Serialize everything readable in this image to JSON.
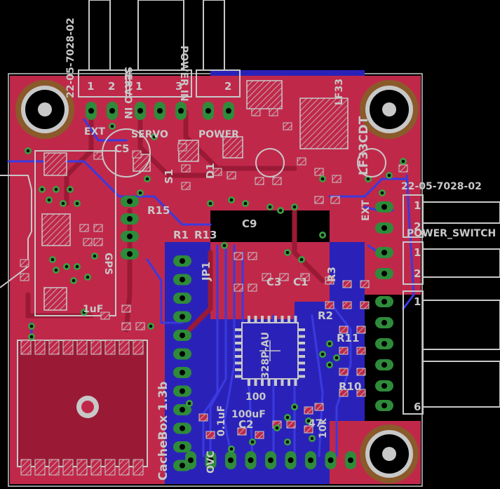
{
  "colors": {
    "background": "#000000",
    "board_outline": "#c8c8c8",
    "top_copper": "#c0284a",
    "bottom_copper": "#2a22b8",
    "trace_top": "#9a1a36",
    "trace_bottom": "#3a3ae0",
    "pad": "#2e8b3a",
    "smd_pad": "#c8c8c8",
    "silk": "#c8c8c8",
    "via": "#3aa040"
  },
  "board": {
    "name_label": "CacheBox 1.3b",
    "chip_label": "328P-AU"
  },
  "labels": {
    "c5": "C5",
    "s1": "S1",
    "d1": "D1",
    "r15": "R15",
    "r1": "R1",
    "r13": "R13",
    "c9": "C9",
    "r3": "R3",
    "jp1": "JP1",
    "c3": "C3",
    "c1": "C1",
    "r2": "R2",
    "r11": "R11",
    "r10": "R10",
    "c2": "C2",
    "ovc": "OVC",
    "ext1": "EXT",
    "ext2": "EXT",
    "servo": "SERVO",
    "power": "POWER",
    "power_switch": "POWER_SWITCH",
    "part_top": "22-05-7028-02",
    "part_right": "22-05-7028-02",
    "lf33": "LF33CDT",
    "lf33_b": "LF33",
    "val_100u": "100uF",
    "val_01uf": "0.1uF",
    "val_1uf": "1uF",
    "val_100": "100",
    "val_10k": "10k",
    "val_47": "47",
    "pin1_a": "1",
    "pin2_a": "2",
    "pin1_b": "1",
    "pin2_b": "2",
    "pin3_b": "3",
    "pin1_c": "1",
    "pin2_c": "2",
    "pin1_r1": "1",
    "pin2_r1": "2",
    "pin1_r2": "1",
    "pin2_r2": "2",
    "pin1_r3": "1",
    "pin6_r3": "6",
    "gps": "GPS",
    "servo_in": "SERVO IN",
    "power_in": "POWER IN"
  }
}
